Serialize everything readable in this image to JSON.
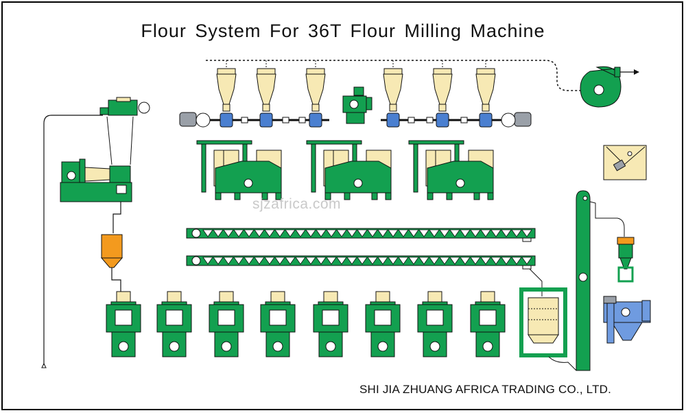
{
  "title": "Flour System For 36T Flour Milling Machine",
  "watermark": "sjzafrica.com",
  "footer": "SHI JIA ZHUANG AFRICA TRADING CO., LTD.",
  "colors": {
    "machine_green": "#13a050",
    "hopper_cream": "#f7e9b4",
    "conveyor_blue": "#4a7fd0",
    "motor_gray": "#9aa0a8",
    "orange_hopper": "#f39a1e",
    "dust_collector_blue": "#6f9be0",
    "line": "#111111"
  },
  "icons": [
    "fan-icon",
    "cyclone-icon",
    "airlock-icon",
    "plansifter-icon",
    "screw-conveyor-icon",
    "roller-mill-icon",
    "bucket-elevator-icon",
    "packing-scale-icon",
    "impact-detacher-icon",
    "dust-collector-icon",
    "flow-arrow-icon"
  ]
}
